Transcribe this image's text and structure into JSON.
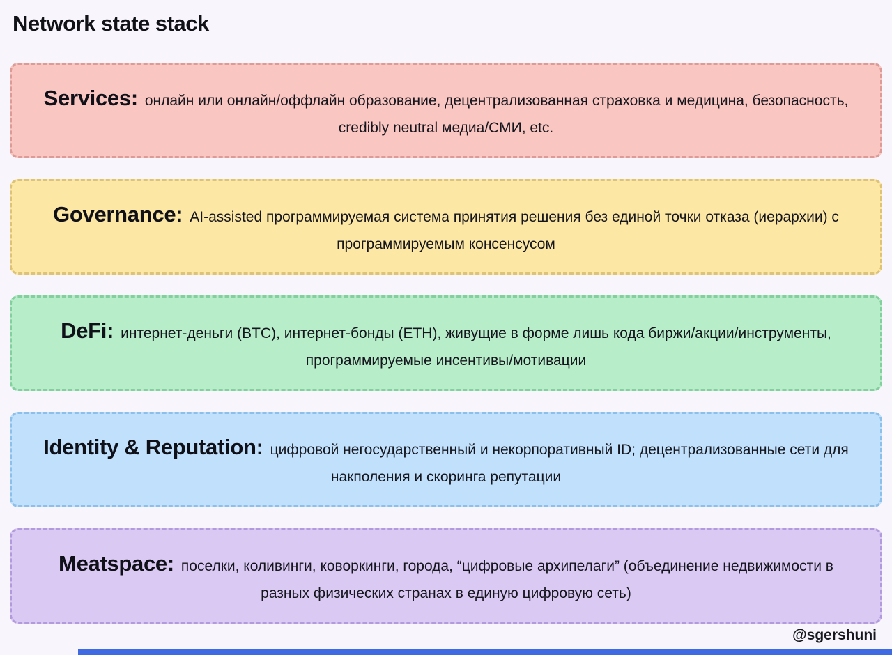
{
  "page": {
    "title": "Network state stack",
    "footer_handle": "@sgershuni",
    "background": "#f8f6fc",
    "bottom_strip_color": "#3e6be4",
    "text_color": "#15151d"
  },
  "layers": [
    {
      "name": "services",
      "heading": "Services:",
      "body": "онлайн или онлайн/оффлайн образование, децентрализованная страховка и медицина, безопасность, credibly neutral медиа/СМИ, etc.",
      "bg": "#f9c6c1",
      "border": "#dc9b96"
    },
    {
      "name": "governance",
      "heading": "Governance:",
      "body": "AI-assisted программируемая система принятия решения без единой точки отказа (иерархии) с программируемым консенсусом",
      "bg": "#fce7a4",
      "border": "#dcc377"
    },
    {
      "name": "defi",
      "heading": "DeFi:",
      "body": "интернет-деньги (BTC), интернет-бонды (ETH), живущие в форме лишь кода биржи/акции/инструменты, программируемые инсентивы/мотивации",
      "bg": "#b7edc9",
      "border": "#83cf9e"
    },
    {
      "name": "identity-reputation",
      "heading": "Identity & Reputation:",
      "body": "цифровой негосударственный и некорпоративный ID; децентрализованные сети для накполения и скоринга репутации",
      "bg": "#c0e0fb",
      "border": "#8cbfe9"
    },
    {
      "name": "meatspace",
      "heading": "Meatspace:",
      "body": "поселки, коливинги, коворкинги, города, “цифровые архипелаги” (объединение недвижимости в разных физических странах в единую цифровую сеть)",
      "bg": "#dac9f3",
      "border": "#b29bdd"
    }
  ]
}
